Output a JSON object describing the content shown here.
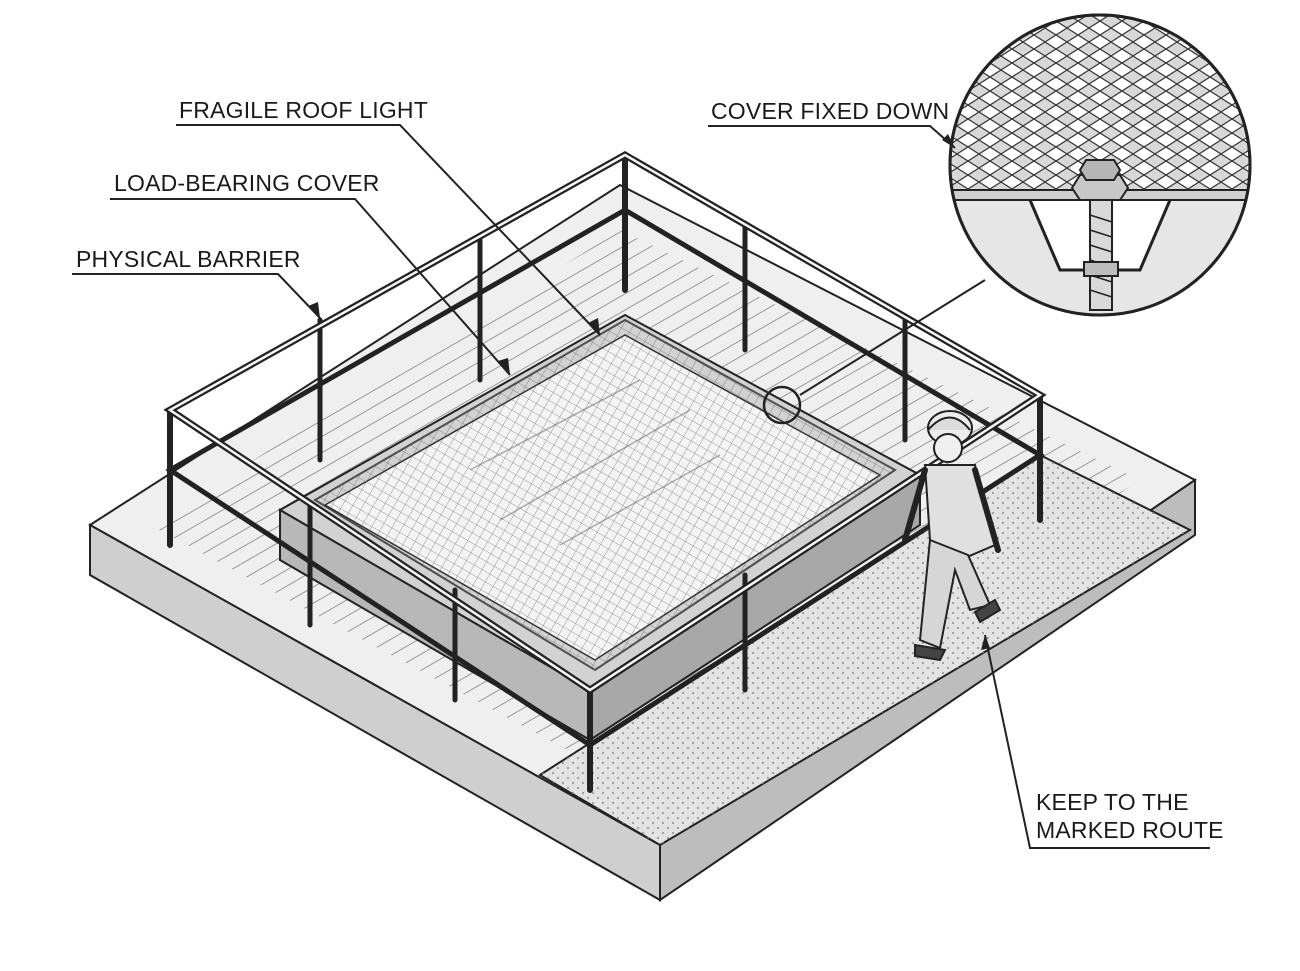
{
  "labels": {
    "fragile_roof_light": "FRAGILE ROOF LIGHT",
    "load_bearing_cover": "LOAD-BEARING COVER",
    "physical_barrier": "PHYSICAL BARRIER",
    "cover_fixed_down": "COVER FIXED DOWN",
    "keep_to_route_line1": "KEEP TO THE",
    "keep_to_route_line2": "MARKED ROUTE"
  }
}
